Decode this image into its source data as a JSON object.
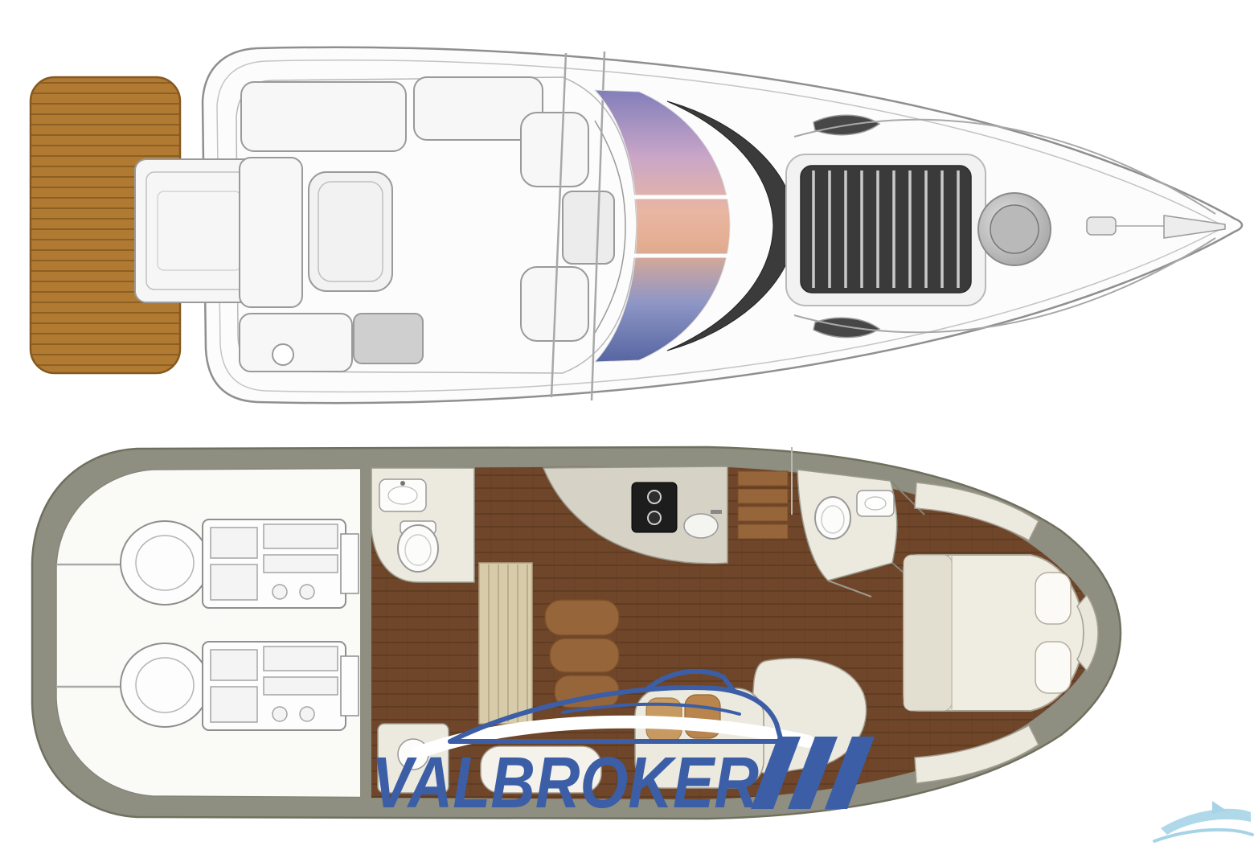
{
  "watermark": {
    "text": "VALBROKER",
    "slashes": 3,
    "color": "#3b5ea6",
    "swoosh_color": "#ffffff"
  },
  "corner_logo": {
    "color": "#a6d4e6"
  },
  "palette": {
    "background": "#ffffff",
    "hull_fill": "#fcfcfc",
    "hull_line": "#8f8f8f",
    "rubrail_line": "#c4c4c4",
    "furniture_fill": "#f7f7f7",
    "furniture_line": "#9a9a9a",
    "teak": "#b07a33",
    "teak_line": "#86581f",
    "sunpad_dark": "#3a3a3a",
    "sunpad_bar": "#c9c9c9",
    "windshield_frame": "#3b3b3b",
    "lower_hull": "#8f8f81",
    "lower_hull_line": "#70705f",
    "interior_white": "#fafaf7",
    "wood_floor": "#6f4629",
    "wood_line": "#5a3820",
    "cream": "#ece9df",
    "bed_fill": "#efece2",
    "fixture_white": "#fcfcfa",
    "counter_gray": "#d6d2c6",
    "cooktop_black": "#1d1d1d",
    "stairs_beige": "#d8cbaa",
    "stairs_line": "#b3a284",
    "step_brown": "#96653a",
    "step_line": "#7a4e28",
    "cushion_tan": "#c79a62",
    "sunset": {
      "0": "#7d7ab8",
      "1": "#c9a3c6",
      "2": "#e8b49e",
      "3": "#e2a98c",
      "4": "#8b93c4",
      "5": "#50609e"
    }
  },
  "diagram": {
    "type": "yacht-floorplan",
    "views": {
      "top": "exterior-deck-plan",
      "bottom": "interior-lower-deck-plan"
    }
  }
}
